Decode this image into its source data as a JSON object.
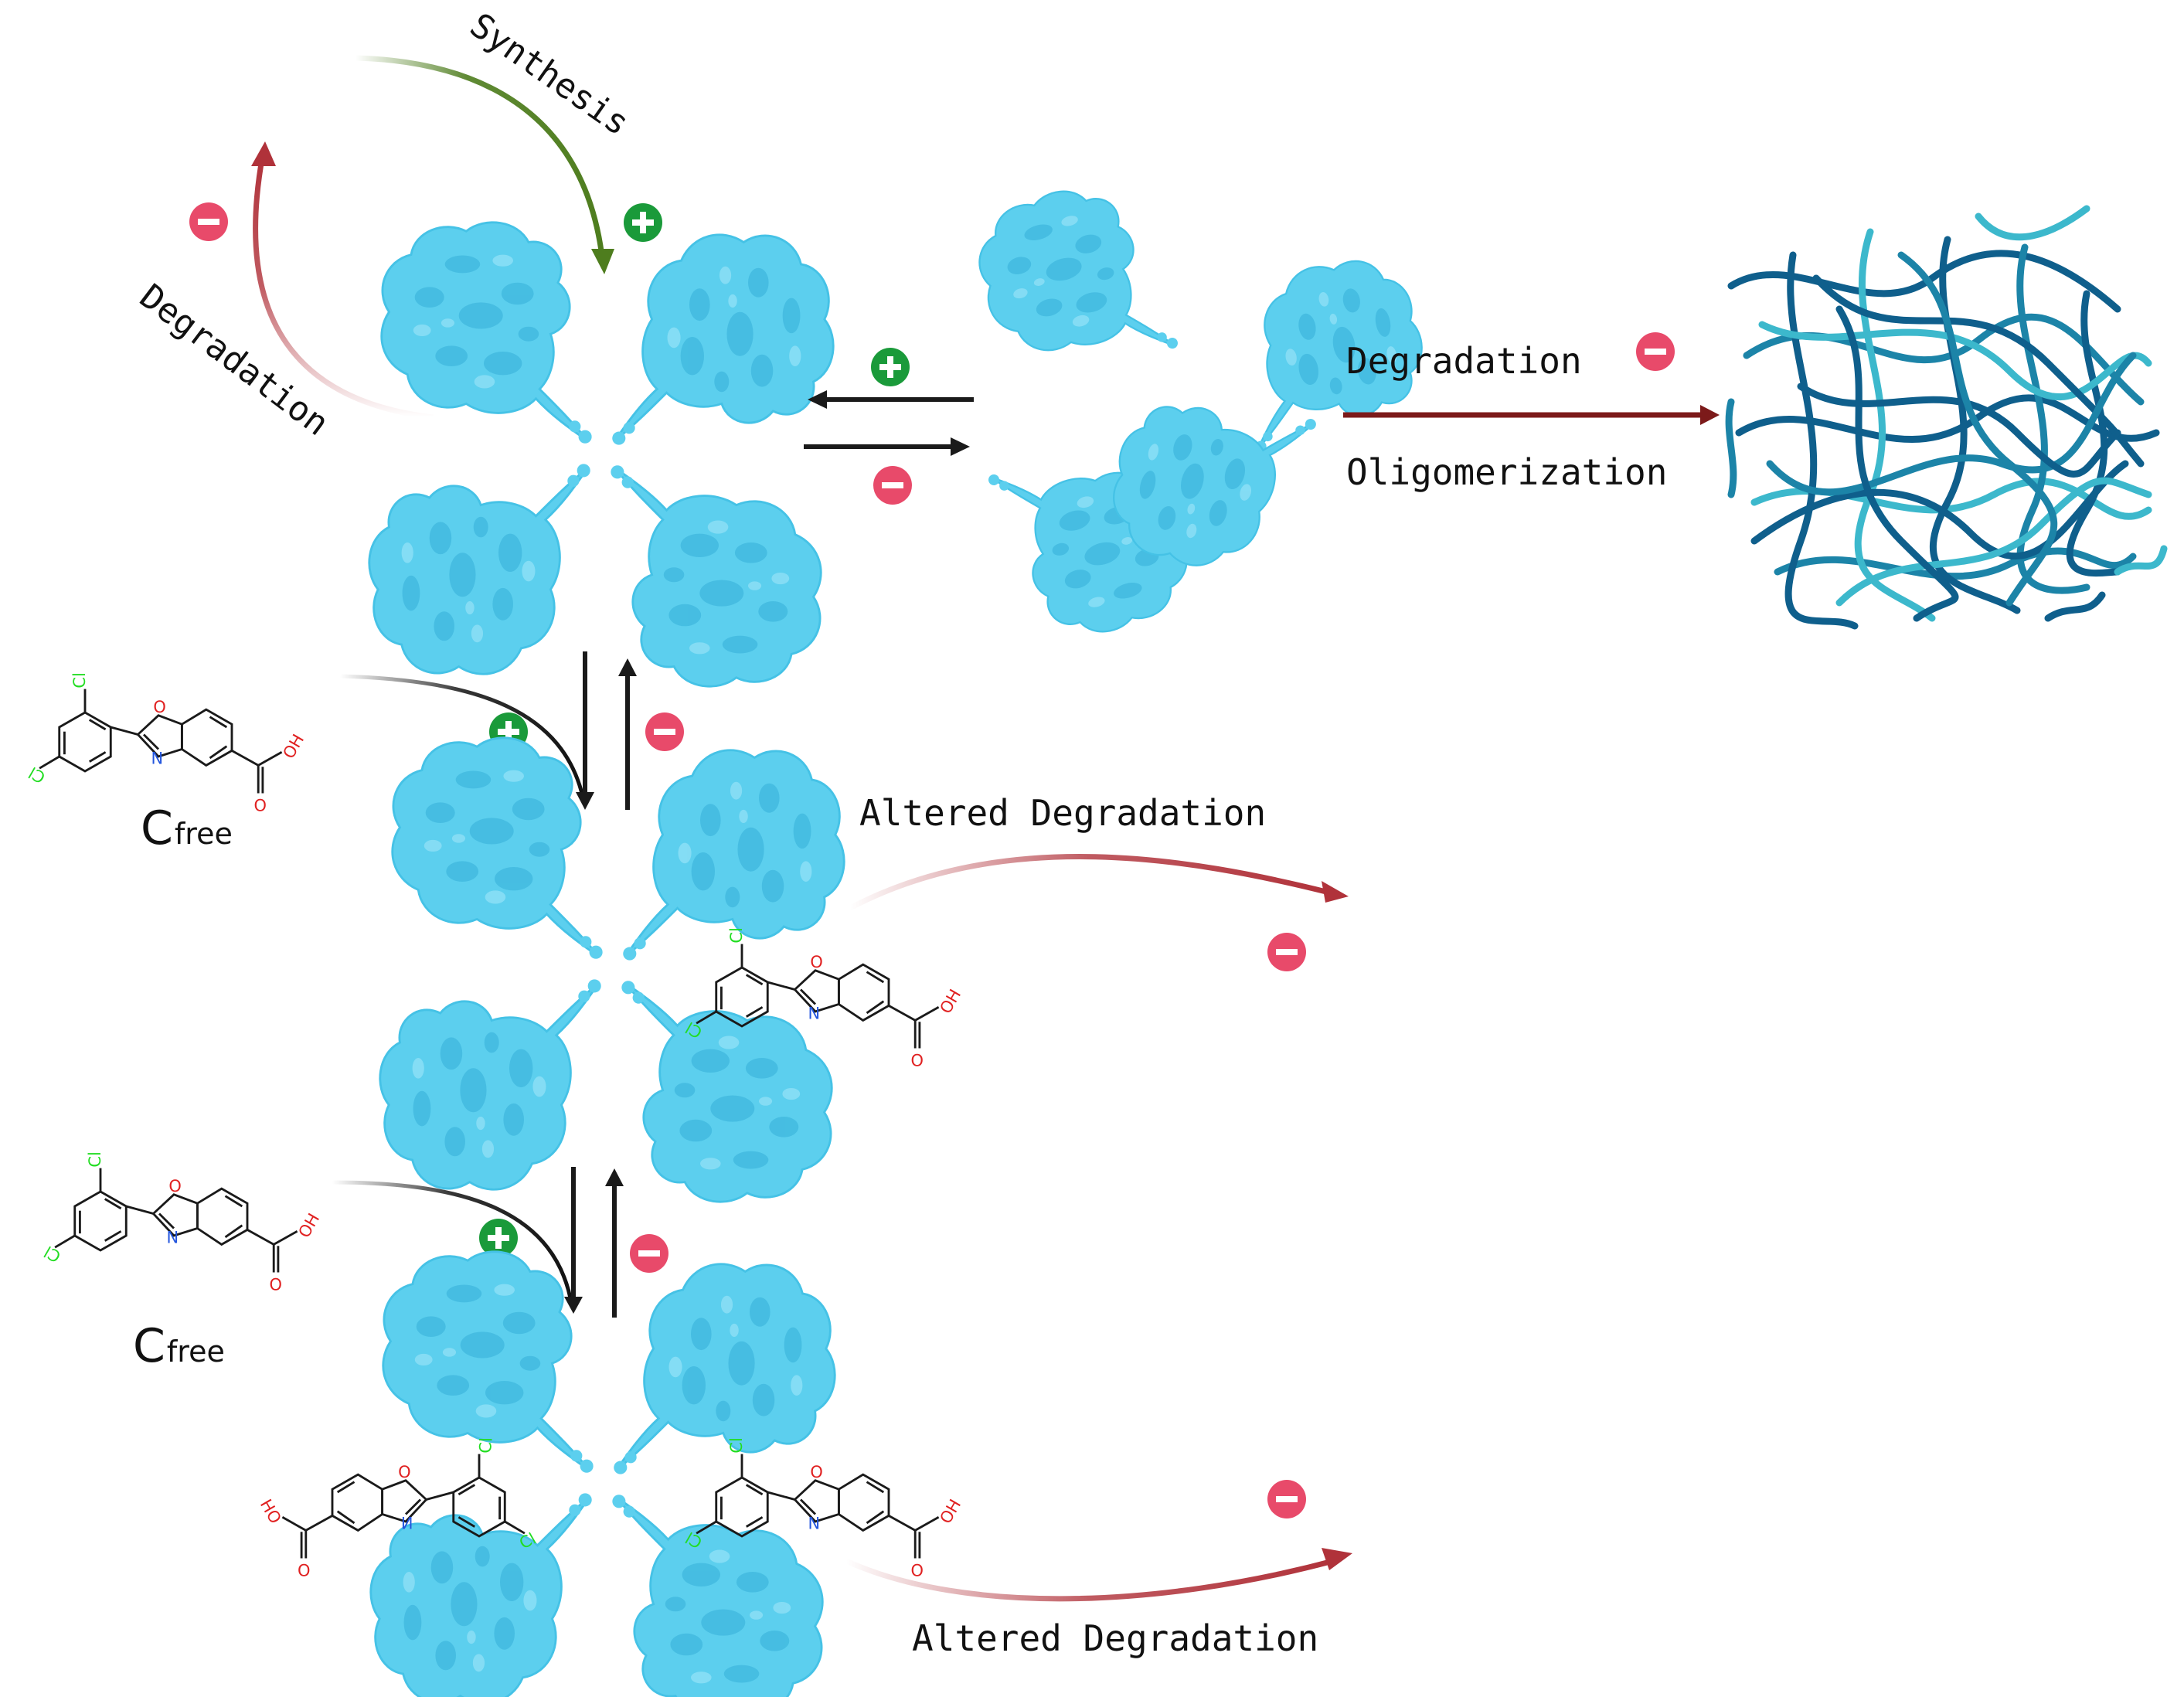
{
  "labels": {
    "synthesis": "Synthesis",
    "degradation_left": "Degradation",
    "degradation_right": "Degradation",
    "oligomerization": "Oligomerization",
    "altered_degradation_1": "Altered Degradation",
    "altered_degradation_2": "Altered Degradation",
    "cfree_main_1": "C",
    "cfree_sub_1": "free",
    "cfree_main_2": "C",
    "cfree_sub_2": "free"
  },
  "atoms": {
    "cl": "Cl",
    "o": "O",
    "n": "N",
    "oh": "OH"
  },
  "signs": {
    "plus": "+",
    "minus": "−"
  },
  "colors": {
    "protein": "#5ccfee",
    "protein_dark": "#35b7dc",
    "plus": "#1a9a3a",
    "minus": "#e84a6a",
    "synthesis_arrow": "#4e7d1e",
    "degradation_arrow": "#b0323a",
    "oligomer_arrow": "#7c1a1a",
    "fiber_dark": "#0f5f8c",
    "fiber_mid": "#1c84a8",
    "fiber_light": "#3cb8cc",
    "chlorine": "#22dd22",
    "oxygen": "#e02020",
    "nitrogen": "#2255dd"
  }
}
